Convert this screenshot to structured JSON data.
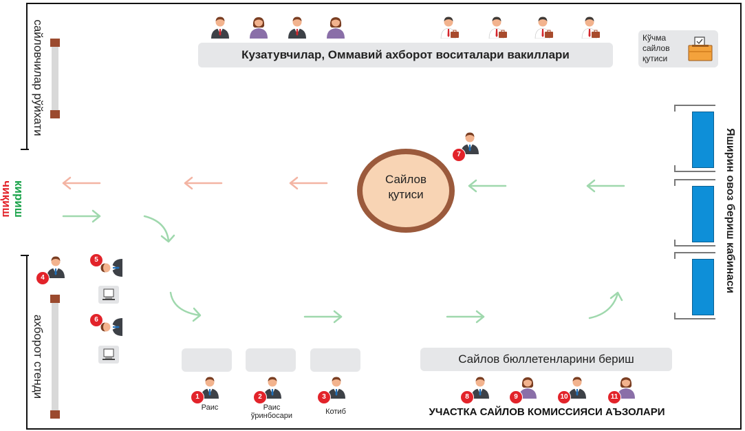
{
  "observers_label": "Кузатувчилар, Оммавий ахборот воситалари вакиллари",
  "mobile_box_label": "Кўчма сайлов қутиси",
  "voter_list_label": "сайловчилар рўйхати",
  "info_stand_label": "ахборот стенди",
  "exit_label": "чиқиш",
  "entry_label": "кириш",
  "ballot_box_label": "Сайлов қутиси",
  "booth_label": "Яширин овоз бериш кабинаси",
  "issue_ballots_label": "Сайлов бюллетенларини бериш",
  "commission_label": "УЧАСТКА САЙЛОВ КОМИССИЯСИ АЪЗОЛАРИ",
  "roles": {
    "chair": "Раис",
    "deputy": "Раис ўринбосари",
    "secretary": "Котиб"
  },
  "badges": {
    "b1": "1",
    "b2": "2",
    "b3": "3",
    "b4": "4",
    "b5": "5",
    "b6": "6",
    "b7": "7",
    "b8": "8",
    "b9": "9",
    "b10": "10",
    "b11": "11"
  },
  "colors": {
    "exit_arrow": "#f3b4a3",
    "entry_arrow": "#9fd8ad",
    "ballot_box_ring": "#9b5a3c",
    "ballot_box_fill": "#f8d4b4",
    "booth": "#0e8fd8",
    "badge": "#e2232a",
    "exit_text": "#e2232a",
    "entry_text": "#1aa34a",
    "suit": "#3d4147",
    "tie": "#d4252c",
    "skin": "#f2b38e",
    "hair": "#7a3e22"
  },
  "icons": [
    "male-official-icon",
    "female-official-icon",
    "observer-with-briefcase-icon",
    "ballot-box-icon",
    "computer-icon",
    "arrow-icon"
  ]
}
